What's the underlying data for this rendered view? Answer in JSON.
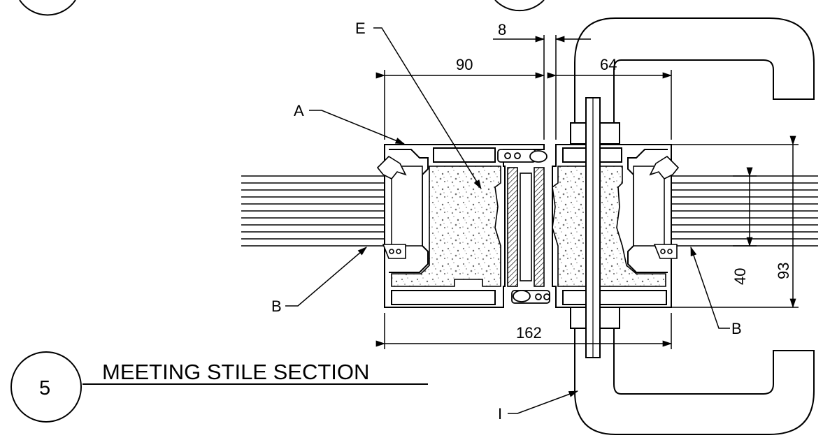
{
  "dimensions": {
    "d8": "8",
    "d90": "90",
    "d64": "64",
    "d162": "162",
    "d40": "40",
    "d93": "93"
  },
  "labels": {
    "a": "A",
    "b_left": "B",
    "b_right": "B",
    "e": "E",
    "i": "I"
  },
  "section": {
    "number": "5",
    "title": "MEETING STILE SECTION"
  }
}
